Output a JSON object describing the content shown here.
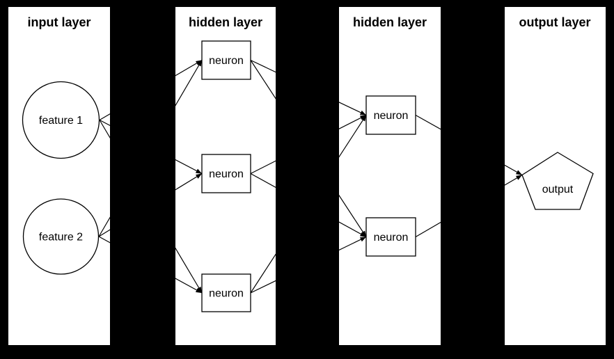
{
  "diagram": {
    "type": "neural-network-flow",
    "colors": {
      "background": "#000000",
      "panel": "#ffffff",
      "stroke": "#000000",
      "text": "#000000"
    },
    "layers": [
      {
        "title": "input layer",
        "nodes": [
          {
            "id": "feature-1",
            "label": "feature 1",
            "shape": "circle"
          },
          {
            "id": "feature-2",
            "label": "feature 2",
            "shape": "circle"
          }
        ]
      },
      {
        "title": "hidden layer",
        "nodes": [
          {
            "id": "h1-neuron-1",
            "label": "neuron",
            "shape": "rect"
          },
          {
            "id": "h1-neuron-2",
            "label": "neuron",
            "shape": "rect"
          },
          {
            "id": "h1-neuron-3",
            "label": "neuron",
            "shape": "rect"
          }
        ]
      },
      {
        "title": "hidden layer",
        "nodes": [
          {
            "id": "h2-neuron-1",
            "label": "neuron",
            "shape": "rect"
          },
          {
            "id": "h2-neuron-2",
            "label": "neuron",
            "shape": "rect"
          }
        ]
      },
      {
        "title": "output layer",
        "nodes": [
          {
            "id": "output",
            "label": "output",
            "shape": "pentagon"
          }
        ]
      }
    ],
    "edges": [
      {
        "from": "feature-1",
        "to": "h1-neuron-1"
      },
      {
        "from": "feature-1",
        "to": "h1-neuron-2"
      },
      {
        "from": "feature-1",
        "to": "h1-neuron-3"
      },
      {
        "from": "feature-2",
        "to": "h1-neuron-1"
      },
      {
        "from": "feature-2",
        "to": "h1-neuron-2"
      },
      {
        "from": "feature-2",
        "to": "h1-neuron-3"
      },
      {
        "from": "h1-neuron-1",
        "to": "h2-neuron-1"
      },
      {
        "from": "h1-neuron-1",
        "to": "h2-neuron-2"
      },
      {
        "from": "h1-neuron-2",
        "to": "h2-neuron-1"
      },
      {
        "from": "h1-neuron-2",
        "to": "h2-neuron-2"
      },
      {
        "from": "h1-neuron-3",
        "to": "h2-neuron-1"
      },
      {
        "from": "h1-neuron-3",
        "to": "h2-neuron-2"
      },
      {
        "from": "h2-neuron-1",
        "to": "output"
      },
      {
        "from": "h2-neuron-2",
        "to": "output"
      }
    ]
  }
}
